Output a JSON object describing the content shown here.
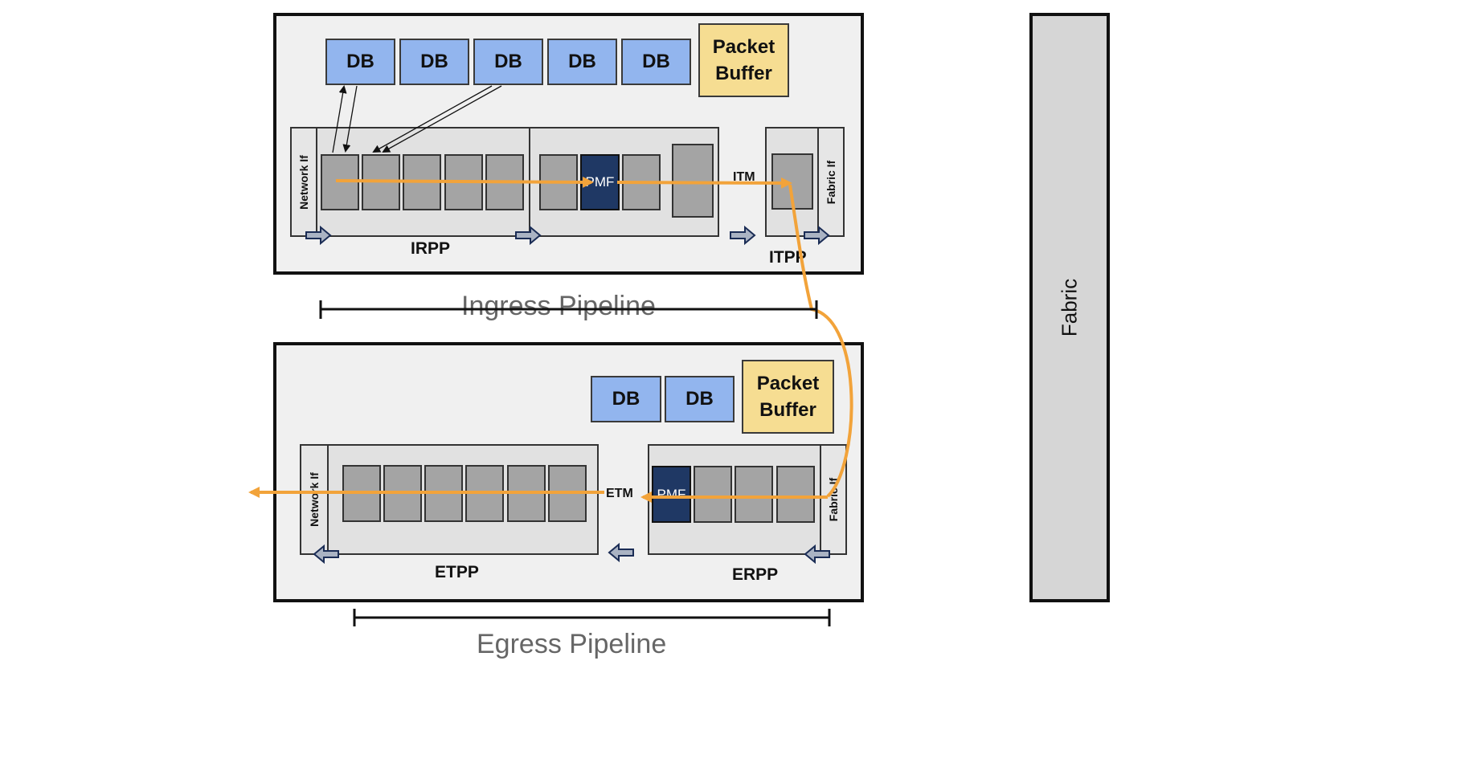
{
  "db_label": "DB",
  "packet_buffer": "Packet\nBuffer",
  "network_if": "Network If",
  "fabric_if": "Fabric If",
  "pmf": "PMF",
  "irpp": "IRPP",
  "itpp": "ITPP",
  "itm": "ITM",
  "etpp": "ETPP",
  "erpp": "ERPP",
  "etm": "ETM",
  "fabric": "Fabric",
  "ingress_pipeline": "Ingress Pipeline",
  "egress_pipeline": "Egress Pipeline",
  "colors": {
    "flow": "#f2a33a",
    "db": "#92b5ee",
    "packet_buffer": "#f6dd92",
    "pmf": "#1f3864",
    "stage": "#a4a4a4"
  }
}
